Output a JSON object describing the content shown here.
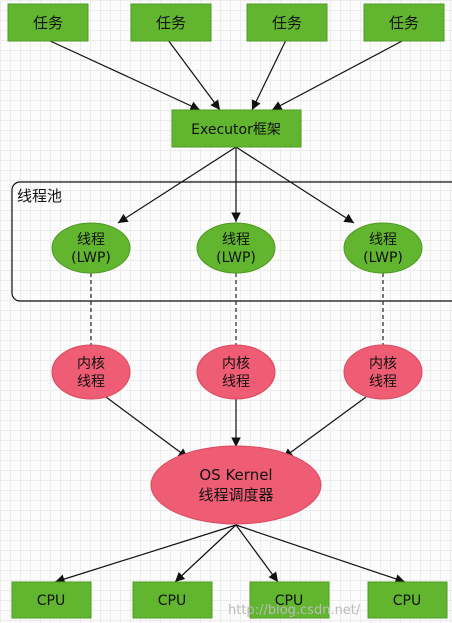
{
  "nodes": {
    "tasks": [
      "任务",
      "任务",
      "任务",
      "任务"
    ],
    "executor": "Executor框架",
    "pool_label": "线程池",
    "threads": [
      {
        "line1": "线程",
        "line2": "(LWP)"
      },
      {
        "line1": "线程",
        "line2": "(LWP)"
      },
      {
        "line1": "线程",
        "line2": "(LWP)"
      }
    ],
    "kernels": [
      {
        "line1": "内核",
        "line2": "线程"
      },
      {
        "line1": "内核",
        "line2": "线程"
      },
      {
        "line1": "内核",
        "line2": "线程"
      }
    ],
    "os_kernel": {
      "line1": "OS Kernel",
      "line2": "线程调度器"
    },
    "cpus": [
      "CPU",
      "CPU",
      "CPU",
      "CPU"
    ]
  },
  "watermark": "http://blog.csdn.net/",
  "colors": {
    "task_green": "#62b52f",
    "kernel_red": "#ef5d74",
    "edge": "#111111"
  }
}
